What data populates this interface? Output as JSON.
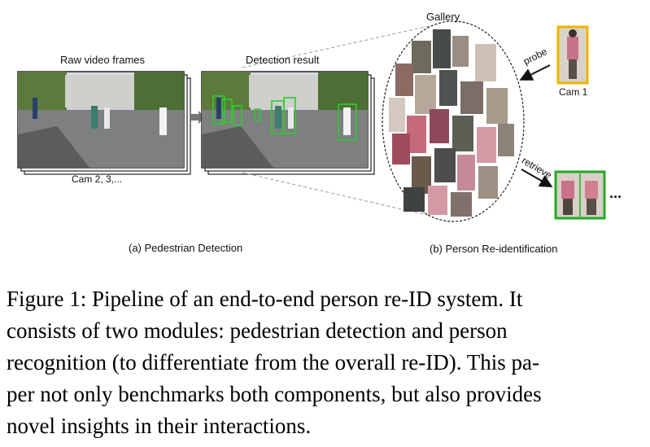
{
  "figure": {
    "labels": {
      "raw_video_frames": "Raw video frames",
      "detection_result": "Detection result",
      "gallery": "Gallery",
      "cam_other": "Cam 2, 3,...",
      "cam1": "Cam 1",
      "probe": "probe",
      "retrieve": "retrieve",
      "ellipsis": "..."
    },
    "subcaptions": {
      "a": "(a) Pedestrian Detection",
      "b": "(b) Person Re-identification"
    },
    "colors": {
      "detection_box": "#2ecc2e",
      "probe_border": "#f0b400",
      "retrieve_border": "#22aa22"
    }
  },
  "caption": {
    "lines": [
      "Figure 1: Pipeline of an end-to-end person re-ID system. It",
      "consists of two modules: pedestrian detection and person",
      "recognition (to differentiate from the overall re-ID). This pa-",
      "per not only benchmarks both components, but also provides",
      "novel insights in their interactions."
    ]
  }
}
